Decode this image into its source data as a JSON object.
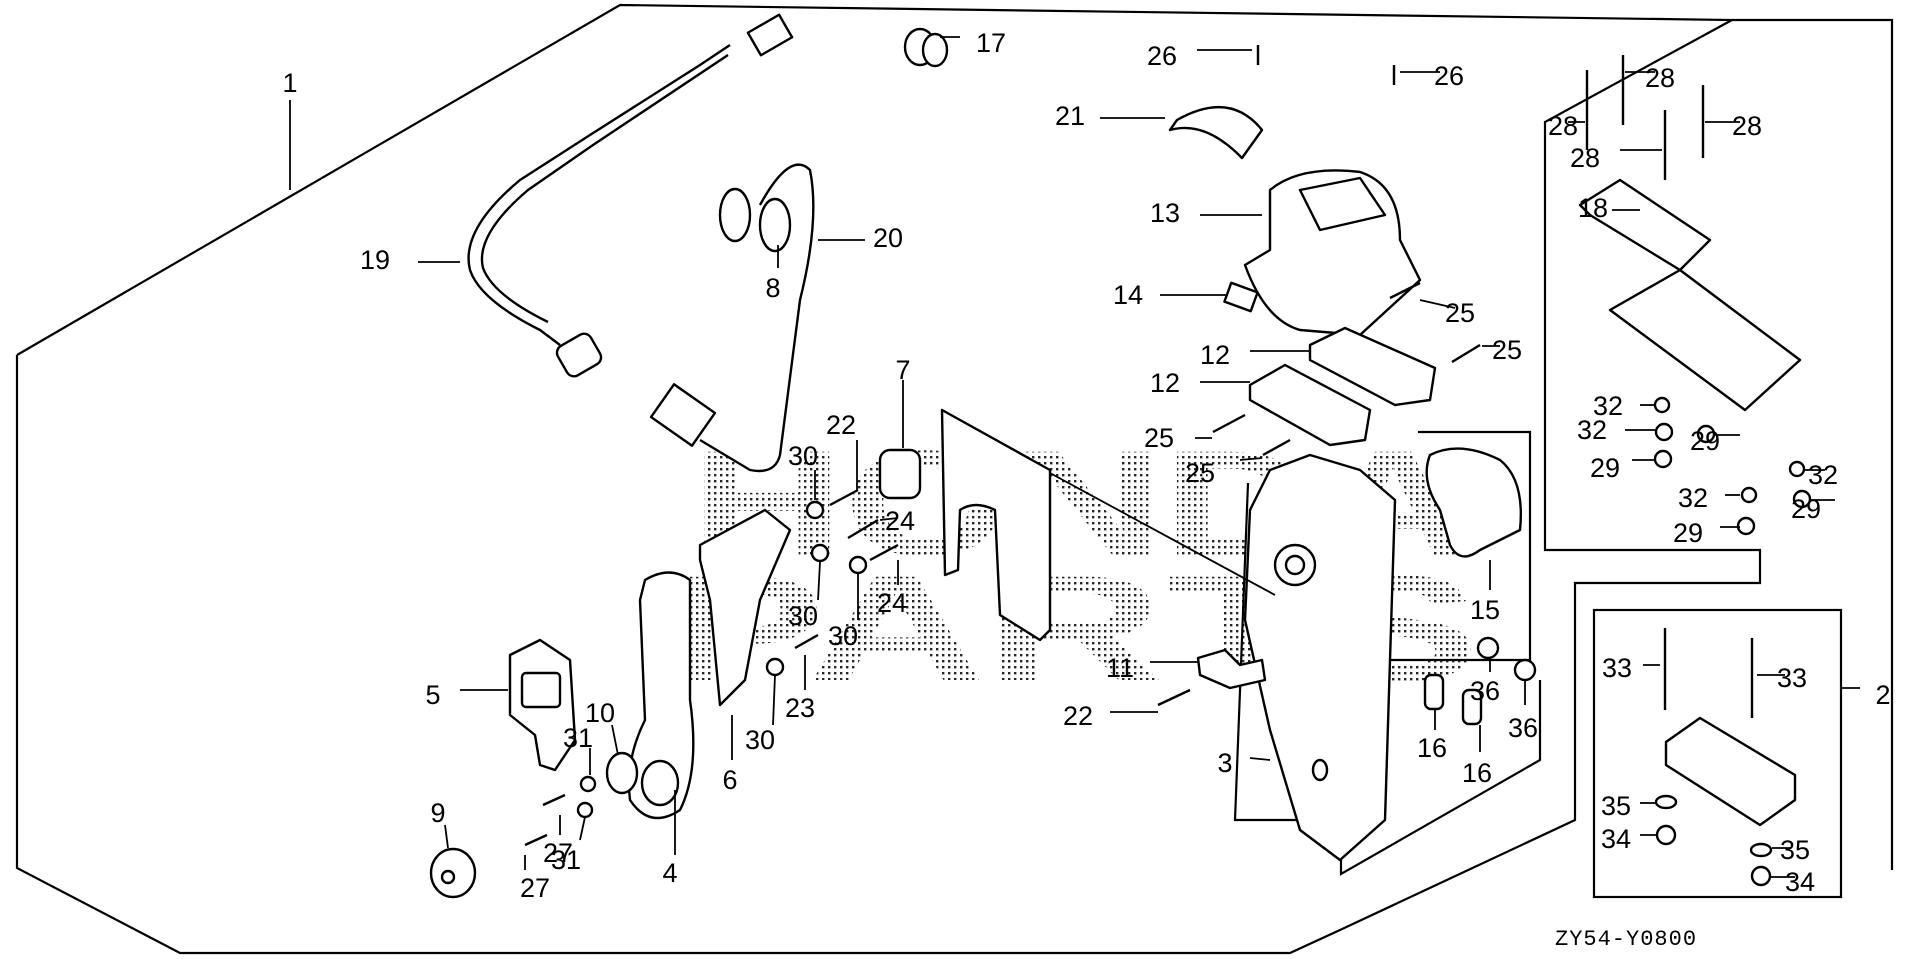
{
  "diagram": {
    "type": "exploded-parts-diagram",
    "code": "ZY54-Y0800",
    "watermark": [
      "HONDA",
      "PARTS"
    ],
    "callouts": [
      {
        "id": "c1",
        "label": "1"
      },
      {
        "id": "c2",
        "label": "2"
      },
      {
        "id": "c3",
        "label": "3"
      },
      {
        "id": "c4",
        "label": "4"
      },
      {
        "id": "c5",
        "label": "5"
      },
      {
        "id": "c6",
        "label": "6"
      },
      {
        "id": "c7",
        "label": "7"
      },
      {
        "id": "c8",
        "label": "8"
      },
      {
        "id": "c9",
        "label": "9"
      },
      {
        "id": "c10",
        "label": "10"
      },
      {
        "id": "c11",
        "label": "11"
      },
      {
        "id": "c12a",
        "label": "12"
      },
      {
        "id": "c12b",
        "label": "12"
      },
      {
        "id": "c13",
        "label": "13"
      },
      {
        "id": "c14",
        "label": "14"
      },
      {
        "id": "c15",
        "label": "15"
      },
      {
        "id": "c16a",
        "label": "16"
      },
      {
        "id": "c16b",
        "label": "16"
      },
      {
        "id": "c17",
        "label": "17"
      },
      {
        "id": "c18",
        "label": "18"
      },
      {
        "id": "c19",
        "label": "19"
      },
      {
        "id": "c20",
        "label": "20"
      },
      {
        "id": "c21",
        "label": "21"
      },
      {
        "id": "c22a",
        "label": "22"
      },
      {
        "id": "c22b",
        "label": "22"
      },
      {
        "id": "c23",
        "label": "23"
      },
      {
        "id": "c24a",
        "label": "24"
      },
      {
        "id": "c24b",
        "label": "24"
      },
      {
        "id": "c25a",
        "label": "25"
      },
      {
        "id": "c25b",
        "label": "25"
      },
      {
        "id": "c25c",
        "label": "25"
      },
      {
        "id": "c25d",
        "label": "25"
      },
      {
        "id": "c26a",
        "label": "26"
      },
      {
        "id": "c26b",
        "label": "26"
      },
      {
        "id": "c27a",
        "label": "27"
      },
      {
        "id": "c27b",
        "label": "27"
      },
      {
        "id": "c28a",
        "label": "28"
      },
      {
        "id": "c28b",
        "label": "28"
      },
      {
        "id": "c28c",
        "label": "28"
      },
      {
        "id": "c28d",
        "label": "28"
      },
      {
        "id": "c29a",
        "label": "29"
      },
      {
        "id": "c29b",
        "label": "29"
      },
      {
        "id": "c29c",
        "label": "29"
      },
      {
        "id": "c29d",
        "label": "29"
      },
      {
        "id": "c30a",
        "label": "30"
      },
      {
        "id": "c30b",
        "label": "30"
      },
      {
        "id": "c30c",
        "label": "30"
      },
      {
        "id": "c30d",
        "label": "30"
      },
      {
        "id": "c31a",
        "label": "31"
      },
      {
        "id": "c31b",
        "label": "31"
      },
      {
        "id": "c32a",
        "label": "32"
      },
      {
        "id": "c32b",
        "label": "32"
      },
      {
        "id": "c32c",
        "label": "32"
      },
      {
        "id": "c32d",
        "label": "32"
      },
      {
        "id": "c33a",
        "label": "33"
      },
      {
        "id": "c33b",
        "label": "33"
      },
      {
        "id": "c34a",
        "label": "34"
      },
      {
        "id": "c34b",
        "label": "34"
      },
      {
        "id": "c35a",
        "label": "35"
      },
      {
        "id": "c35b",
        "label": "35"
      },
      {
        "id": "c36a",
        "label": "36"
      },
      {
        "id": "c36b",
        "label": "36"
      }
    ]
  }
}
